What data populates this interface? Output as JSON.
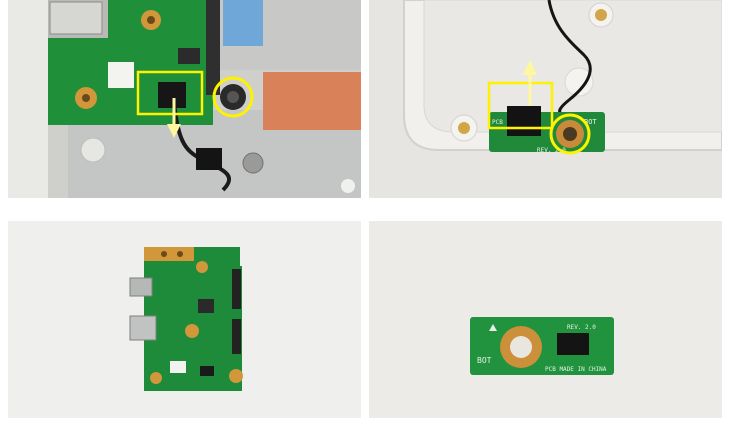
{
  "panels": [
    {
      "id": "photo-1",
      "colors": {
        "board": "#1f8f3a",
        "highlight": "#fff200",
        "arrow": "#fff7a0",
        "copper": "#d9825a",
        "cable": "#6fa7d8"
      }
    },
    {
      "id": "photo-2",
      "colors": {
        "board": "#208a3a",
        "highlight": "#fff200",
        "arrow": "#fff7a0",
        "cover": "#efeeeb"
      },
      "silkscreen": [
        "BOT",
        "PCB",
        "REV. 2.0"
      ]
    },
    {
      "id": "photo-3",
      "colors": {
        "board": "#1e8b3b",
        "pad": "#d2963b"
      }
    },
    {
      "id": "photo-4",
      "colors": {
        "board": "#21933f",
        "pad": "#cc8f3a"
      },
      "silkscreen": [
        "BOT",
        "REV. 2.0",
        "PCB MADE IN CHINA"
      ]
    }
  ]
}
